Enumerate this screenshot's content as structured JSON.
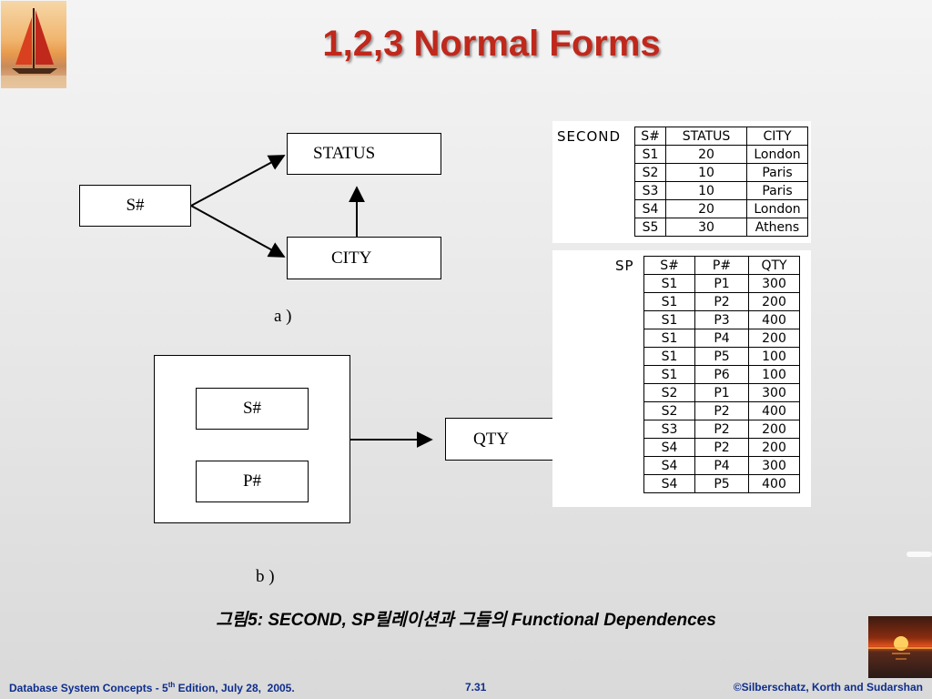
{
  "title": "1,2,3 Normal Forms",
  "diagram_a": {
    "nodes": {
      "s": "S#",
      "status": "STATUS",
      "city": "CITY"
    },
    "label": "a )"
  },
  "diagram_b": {
    "nodes": {
      "s": "S#",
      "p": "P#",
      "qty": "QTY"
    },
    "label": "b )"
  },
  "second": {
    "name": "SECOND",
    "headers": [
      "S#",
      "STATUS",
      "CITY"
    ],
    "rows": [
      [
        "S1",
        "20",
        "London"
      ],
      [
        "S2",
        "10",
        "Paris"
      ],
      [
        "S3",
        "10",
        "Paris"
      ],
      [
        "S4",
        "20",
        "London"
      ],
      [
        "S5",
        "30",
        "Athens"
      ]
    ]
  },
  "sp": {
    "name": "SP",
    "headers": [
      "S#",
      "P#",
      "QTY"
    ],
    "rows": [
      [
        "S1",
        "P1",
        "300"
      ],
      [
        "S1",
        "P2",
        "200"
      ],
      [
        "S1",
        "P3",
        "400"
      ],
      [
        "S1",
        "P4",
        "200"
      ],
      [
        "S1",
        "P5",
        "100"
      ],
      [
        "S1",
        "P6",
        "100"
      ],
      [
        "S2",
        "P1",
        "300"
      ],
      [
        "S2",
        "P2",
        "400"
      ],
      [
        "S3",
        "P2",
        "200"
      ],
      [
        "S4",
        "P2",
        "200"
      ],
      [
        "S4",
        "P4",
        "300"
      ],
      [
        "S4",
        "P5",
        "400"
      ]
    ]
  },
  "caption": "그림5: SECOND, SP릴레이션과 그들의 Functional Dependences",
  "footer": {
    "left_prefix": "Database System Concepts - 5",
    "left_sup": "th",
    "left_suffix": " Edition, July 28,  2005.",
    "center": "7.31",
    "right": "©Silberschatz, Korth and Sudarshan"
  }
}
